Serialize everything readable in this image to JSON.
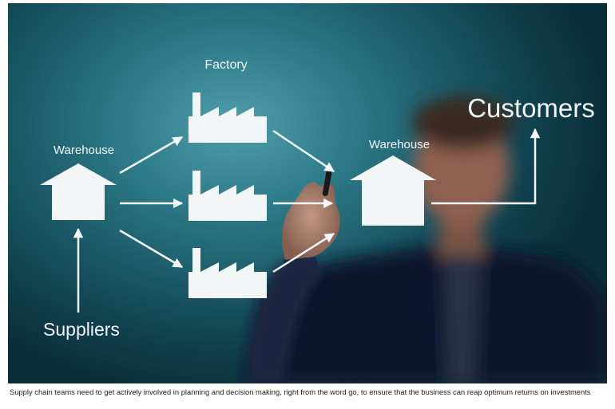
{
  "diagram": {
    "nodes": {
      "warehouse_left": "Warehouse",
      "factory": "Factory",
      "warehouse_right": "Warehouse",
      "customers": "Customers",
      "suppliers": "Suppliers"
    },
    "line_color": "#f2f6f6",
    "background_accent": "#2e7c8a"
  },
  "caption": {
    "text": "Supply chain teams need to get actively involved in planning and decision making, right from the word go, to ensure that the business can reap optimum returns on investments"
  }
}
